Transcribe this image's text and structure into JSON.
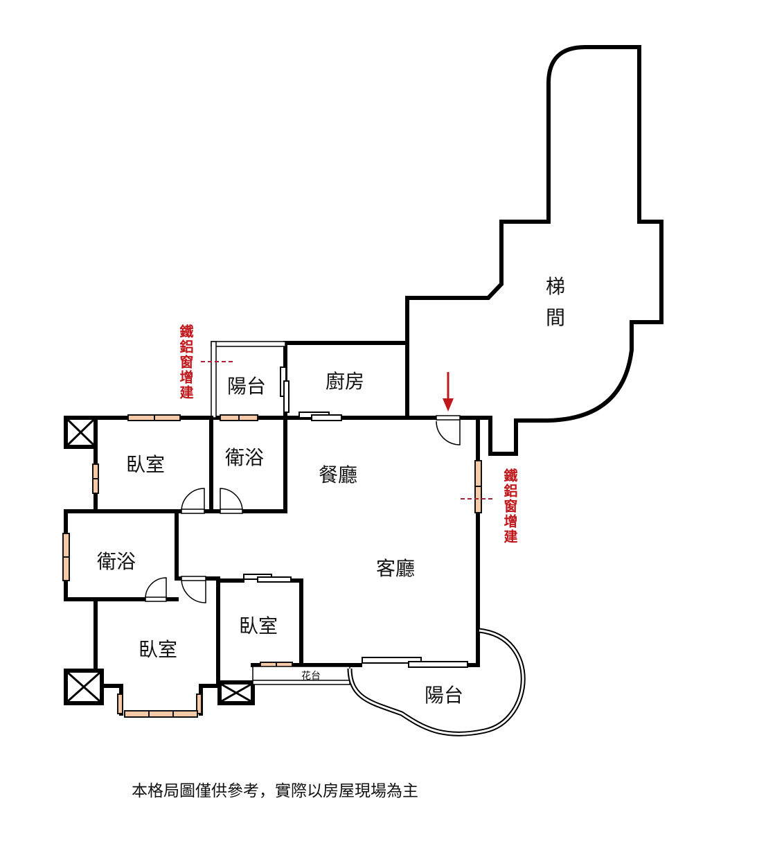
{
  "rooms": {
    "stairwell": "梯間",
    "stairwell_line1": "梯",
    "stairwell_line2": "間",
    "kitchen": "廚房",
    "balcony_small": "陽台",
    "bedroom_1": "臥室",
    "bathroom_1": "衛浴",
    "dining": "餐廳",
    "living": "客廳",
    "bathroom_2": "衛浴",
    "bedroom_2": "臥室",
    "bedroom_3": "臥室",
    "planter": "花台",
    "balcony_large": "陽台"
  },
  "annotations": {
    "left": "鐵鋁窗增建",
    "right": "鐵鋁窗增建",
    "arrow_color": "#c0171b"
  },
  "disclaimer": "本格局圖僅供參考，實際以房屋現場為主",
  "colors": {
    "window": "#f6c9a8",
    "wall": "#000000",
    "annotation": "#c0171b"
  }
}
